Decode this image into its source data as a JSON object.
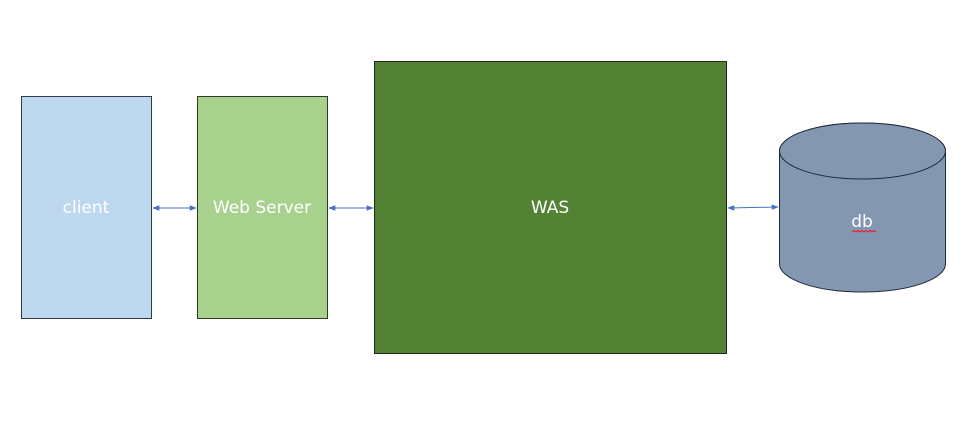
{
  "diagram": {
    "nodes": {
      "client": {
        "label": "client",
        "fill": "#bdd7ee",
        "stroke": "#2f3b4a"
      },
      "web_server": {
        "label": "Web Server",
        "fill": "#a9d18e",
        "stroke": "#2f3b2a"
      },
      "was": {
        "label": "WAS",
        "fill": "#548235",
        "stroke": "#1f2a1a"
      },
      "db": {
        "label": "db",
        "fill": "#8497b0",
        "stroke": "#1f2a3a"
      }
    },
    "edges": [
      {
        "from": "client",
        "to": "web_server",
        "direction": "both"
      },
      {
        "from": "web_server",
        "to": "was",
        "direction": "both"
      },
      {
        "from": "was",
        "to": "db",
        "direction": "both"
      }
    ],
    "connector_color": "#4472c4",
    "spellcheck_underline_color": "#e02020"
  }
}
